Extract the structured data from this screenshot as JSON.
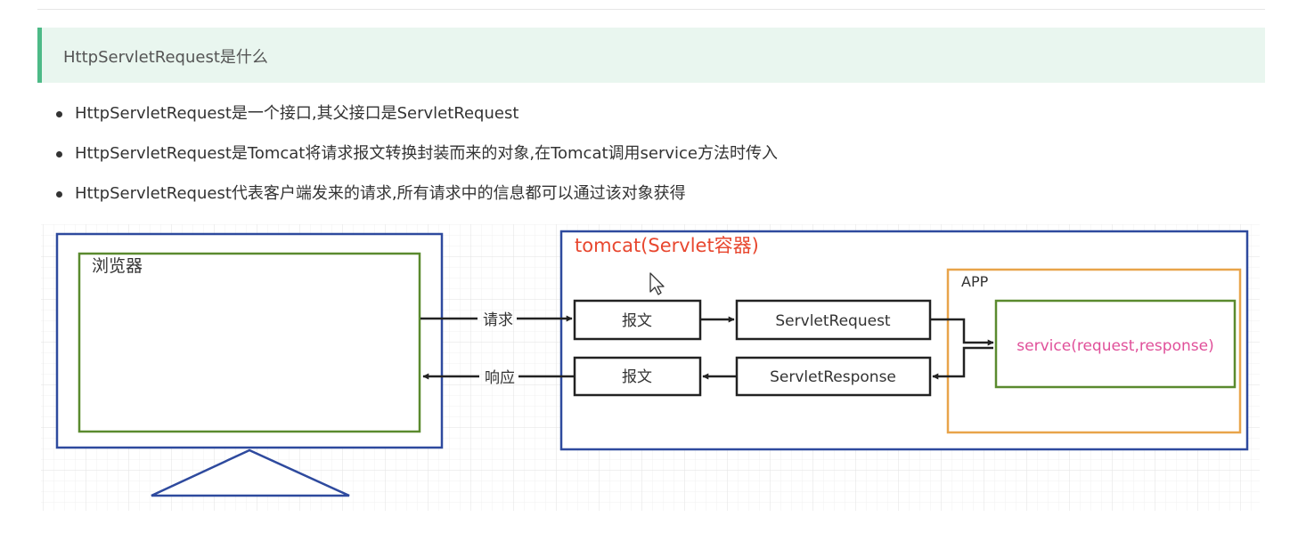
{
  "heading": "HttpServletRequest是什么",
  "bullets": [
    "HttpServletRequest是一个接口,其父接口是ServletRequest",
    "HttpServletRequest是Tomcat将请求报文转换封装而来的对象,在Tomcat调用service方法时传入",
    "HttpServletRequest代表客户端发来的请求,所有请求中的信息都可以通过该对象获得"
  ],
  "diagram": {
    "browser_label": "浏览器",
    "container_label": "tomcat(Servlet容器)",
    "app_label": "APP",
    "request_arrow_label": "请求",
    "response_arrow_label": "响应",
    "request_message": "报文",
    "response_message": "报文",
    "servlet_request": "ServletRequest",
    "servlet_response": "ServletResponse",
    "service_method": "service(request,response)",
    "colors": {
      "monitor_frame": "#2e4a9e",
      "screen": "#5a8a2e",
      "container_title": "#e8472f",
      "app_frame": "#e8a44a",
      "service_text": "#e0509a",
      "box_border": "#222222"
    }
  }
}
